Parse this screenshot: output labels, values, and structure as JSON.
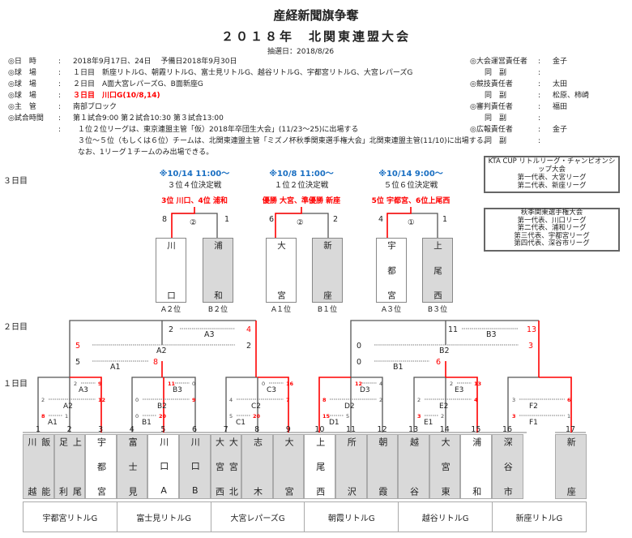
{
  "header": {
    "title": "産経新聞旗争奪",
    "subtitle": "２０１８年　北関東連盟大会",
    "draw_date": "抽選日：2018/8/26"
  },
  "info": [
    {
      "label": "◎日　時",
      "value": "2018年9月17日、24日　 予備日2018年9月30日"
    },
    {
      "label": "◎球　場",
      "value": "１日目　新座リトルG、朝霞リトルG、富士見リトルG、越谷リトルG、宇都宮リトルG、大宮レパーズG"
    },
    {
      "label": "◎球　場",
      "value": "２日目　A面大宮レパーズG、B面新座G"
    },
    {
      "label": "◎球　場",
      "value": "３日目　川口G(10/8,14)"
    },
    {
      "label": "◎主　管",
      "value": "南部ブロック"
    },
    {
      "label": "◎試合時間",
      "value": "第１試合9:00  第２試合10:30  第３試合13:00"
    },
    {
      "label": "",
      "value": "１位２位リーグは、東京連盟主管「仮）2018年卒団生大会」(11/23～25)に出場する"
    },
    {
      "label": "",
      "value": "３位～５位（もしくは６位）チームは、北関東連盟主管「ミズノ杯秋季関東選手権大会」北関東連盟主管(11/10)に出場する。"
    },
    {
      "label": "",
      "value": "なお、1リーグ１チームのみ出場できる。"
    }
  ],
  "colon": ":",
  "officials": [
    {
      "label": "◎大会運営責任者",
      "value": "金子"
    },
    {
      "label": "同　副",
      "value": ""
    },
    {
      "label": "◎競技責任者",
      "value": "太田"
    },
    {
      "label": "同　副",
      "value": "松原、柿崎"
    },
    {
      "label": "◎審判責任者",
      "value": "福田"
    },
    {
      "label": "同　副",
      "value": ""
    },
    {
      "label": "◎広報責任者",
      "value": "金子"
    },
    {
      "label": "同　副",
      "value": ""
    }
  ],
  "kta_box": {
    "title": "KTA CUP  リトルリーグ・チャンピオンシップ大会",
    "lines": [
      "第一代表、大宮リーグ",
      "第二代表、新座リーグ"
    ]
  },
  "kanto_box": {
    "title": "秋季関東選手権大会",
    "lines": [
      "第一代表、川口リーグ",
      "第二代表、浦和リーグ",
      "第三代表、宇都宮リーグ",
      "第四代表、深谷市リーグ"
    ]
  },
  "day_labels": {
    "day3": "３日目",
    "day2": "２日目",
    "day1": "１日目"
  },
  "day3": [
    {
      "time": "※10/14 11:00～",
      "title": "３位４位決定戦",
      "result": "3位 川口、4位 浦和",
      "game_no": "②",
      "left_score": "8",
      "right_score": "1",
      "left_team": "川口",
      "right_team": "浦和",
      "left_seed": "A２位",
      "right_seed": "B２位"
    },
    {
      "time": "※10/8 11:00～",
      "title": "１位２位決定戦",
      "result": "優勝 大宮、準優勝 新座",
      "game_no": "②",
      "left_score": "6",
      "right_score": "2",
      "left_team": "大宮",
      "right_team": "新座",
      "left_seed": "A１位",
      "right_seed": "B１位"
    },
    {
      "time": "※10/14 9:00～",
      "title": "５位６位決定戦",
      "result": "5位 宇都宮、6位上尾西",
      "game_no": "①",
      "left_score": "4",
      "right_score": "1",
      "left_team": "宇都宮",
      "right_team": "上尾西",
      "left_seed": "A３位",
      "right_seed": "B３位"
    }
  ],
  "day2": {
    "A": [
      {
        "label": "A3",
        "left": "2",
        "right": "4"
      },
      {
        "label": "A2",
        "left": "5",
        "right": "2"
      },
      {
        "label": "A1",
        "left": "5",
        "right": "8"
      }
    ],
    "B": [
      {
        "label": "B3",
        "left": "11",
        "right": "13"
      },
      {
        "label": "B2",
        "left": "0",
        "right": "3"
      },
      {
        "label": "B1",
        "left": "0",
        "right": "6"
      }
    ]
  },
  "day1": [
    {
      "group": "A",
      "games": [
        {
          "label": "A3",
          "left": "2",
          "right": "9",
          "winner": "right"
        },
        {
          "label": "A2",
          "left": "2",
          "right": "12",
          "winner": "right"
        },
        {
          "label": "A1",
          "left": "8",
          "right": "1",
          "winner": "left"
        }
      ]
    },
    {
      "group": "B",
      "games": [
        {
          "label": "B3",
          "left": "11",
          "right": "0",
          "winner": "left"
        },
        {
          "label": "B2",
          "left": "0",
          "right": "9",
          "winner": "right"
        },
        {
          "label": "B1",
          "left": "0",
          "right": "20",
          "winner": "right"
        }
      ]
    },
    {
      "group": "C",
      "games": [
        {
          "label": "C3",
          "left": "0",
          "right": "16",
          "winner": "right"
        },
        {
          "label": "C2",
          "left": "4",
          "right": "7",
          "winner": "right"
        },
        {
          "label": "C1",
          "left": "5",
          "right": "20",
          "winner": "right"
        }
      ]
    },
    {
      "group": "D",
      "games": [
        {
          "label": "D3",
          "left": "12",
          "right": "4",
          "winner": "left"
        },
        {
          "label": "D2",
          "left": "8",
          "right": "2",
          "winner": "left"
        },
        {
          "label": "D1",
          "left": "15",
          "right": "5",
          "winner": "left"
        }
      ]
    },
    {
      "group": "E",
      "games": [
        {
          "label": "E3",
          "left": "2",
          "right": "13",
          "winner": "right"
        },
        {
          "label": "E2",
          "left": "2",
          "right": "4",
          "winner": "right"
        },
        {
          "label": "E1",
          "left": "3",
          "right": "2",
          "winner": "left"
        }
      ]
    },
    {
      "group": "F",
      "games": [
        {
          "label": "F2",
          "left": "3",
          "right": "6",
          "winner": "right"
        },
        {
          "label": "F1",
          "left": "3",
          "right": "1",
          "winner": "left"
        }
      ]
    }
  ],
  "teams": [
    {
      "no": "1",
      "names": [
        "川越",
        "飯能"
      ]
    },
    {
      "no": "2",
      "names": [
        "足利",
        "上尾"
      ]
    },
    {
      "no": "3",
      "names": [
        "宇都宮"
      ]
    },
    {
      "no": "4",
      "names": [
        "富士見"
      ]
    },
    {
      "no": "5",
      "names": [
        "川口A"
      ]
    },
    {
      "no": "6",
      "names": [
        "川口B"
      ]
    },
    {
      "no": "7",
      "names": [
        "大宮西",
        "大宮北"
      ]
    },
    {
      "no": "8",
      "names": [
        "志木"
      ]
    },
    {
      "no": "9",
      "names": [
        "大宮"
      ]
    },
    {
      "no": "10",
      "names": [
        "上尾西"
      ]
    },
    {
      "no": "11",
      "names": [
        "所沢"
      ]
    },
    {
      "no": "12",
      "names": [
        "朝霞"
      ]
    },
    {
      "no": "13",
      "names": [
        "越谷"
      ]
    },
    {
      "no": "14",
      "names": [
        "大宮東"
      ]
    },
    {
      "no": "15",
      "names": [
        "浦和"
      ]
    },
    {
      "no": "16",
      "names": [
        "深谷市"
      ]
    },
    {
      "no": "17",
      "names": [
        "新座"
      ]
    }
  ],
  "venues": [
    "宇都宮リトルG",
    "富士見リトルG",
    "大宮レパーズG",
    "朝霞リトルG",
    "越谷リトルG",
    "新座リトルG"
  ],
  "colors": {
    "winner": "#ff0000",
    "line": "#555555",
    "shaded": "#d9d9d9",
    "time": "#1a6fc2"
  }
}
